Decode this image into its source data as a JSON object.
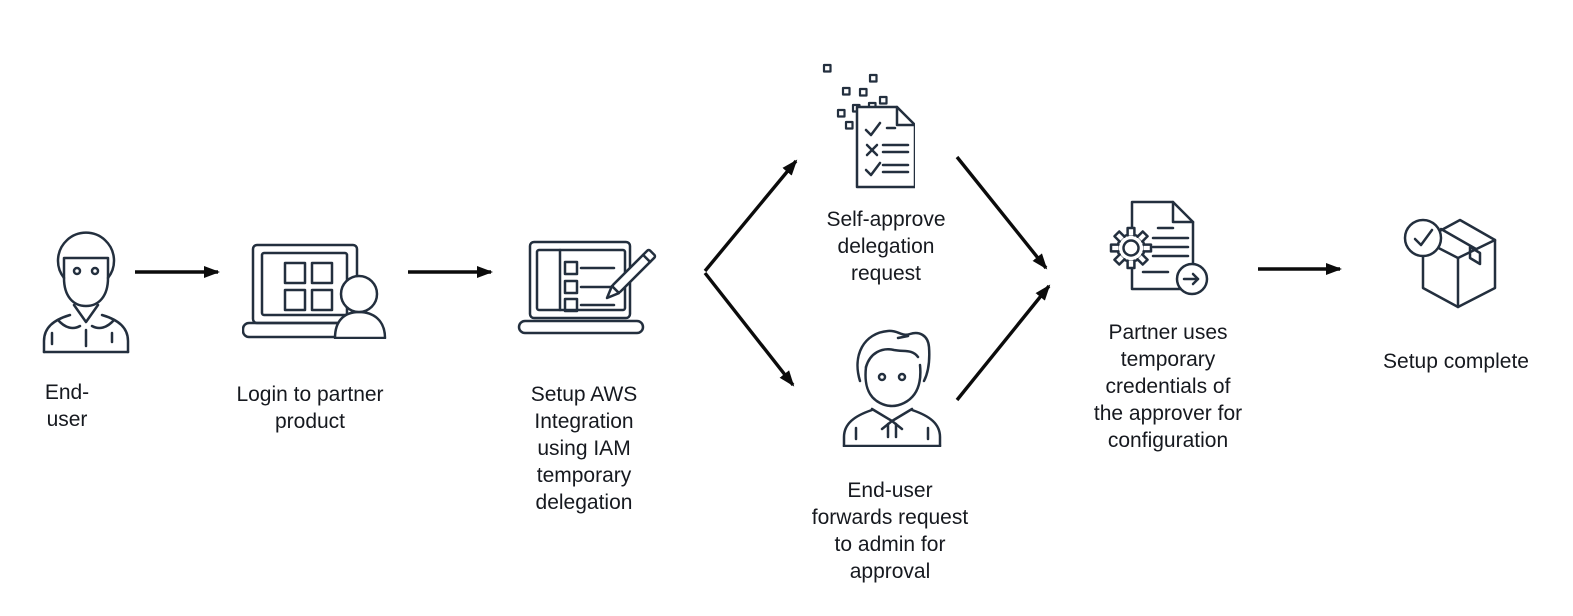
{
  "diagram": {
    "background": "#ffffff",
    "colors": {
      "icon_stroke": "#232f3e",
      "text": "#16191f",
      "arrow": "#0b0b0b"
    },
    "nodes": [
      {
        "id": "end-user",
        "icon": "user-icon",
        "label": "End-\nuser"
      },
      {
        "id": "login-partner-product",
        "icon": "laptop-user-icon",
        "label": "Login to partner\nproduct"
      },
      {
        "id": "setup-aws-integration",
        "icon": "laptop-checklist-pencil-icon",
        "label": "Setup AWS\nIntegration\nusing IAM\ntemporary\ndelegation"
      },
      {
        "id": "self-approve",
        "icon": "delegation-request-document-icon",
        "label": "Self-approve\ndelegation\nrequest"
      },
      {
        "id": "forward-to-admin",
        "icon": "admin-user-icon",
        "label": "End-user\nforwards request\nto admin for\napproval"
      },
      {
        "id": "partner-temp-credentials",
        "icon": "credentials-document-gear-icon",
        "label": "Partner uses\ntemporary\ncredentials of\nthe approver for\nconfiguration"
      },
      {
        "id": "setup-complete",
        "icon": "package-check-icon",
        "label": "Setup complete"
      }
    ],
    "edges": [
      {
        "from": "end-user",
        "to": "login-partner-product"
      },
      {
        "from": "login-partner-product",
        "to": "setup-aws-integration"
      },
      {
        "from": "setup-aws-integration",
        "to": "self-approve"
      },
      {
        "from": "setup-aws-integration",
        "to": "forward-to-admin"
      },
      {
        "from": "self-approve",
        "to": "partner-temp-credentials"
      },
      {
        "from": "forward-to-admin",
        "to": "partner-temp-credentials"
      },
      {
        "from": "partner-temp-credentials",
        "to": "setup-complete"
      }
    ]
  }
}
